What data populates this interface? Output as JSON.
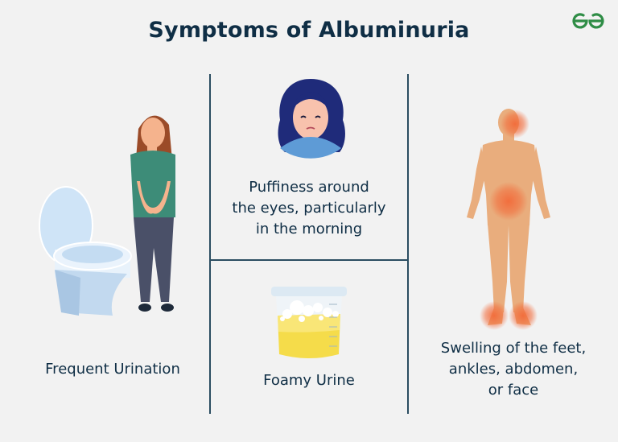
{
  "header": {
    "title": "Symptoms of Albuminuria",
    "logo": "geeksforgeeks-logo-icon",
    "logo_color": "#2f8d46"
  },
  "panels": [
    {
      "id": "frequent-urination",
      "caption": "Frequent Urination",
      "illustration": "woman-next-to-toilet-icon"
    },
    {
      "id": "puffiness",
      "caption_lines": [
        "Puffiness around",
        "the eyes, particularly",
        "in the morning"
      ],
      "illustration": "sad-woman-portrait-icon"
    },
    {
      "id": "foamy-urine",
      "caption": "Foamy Urine",
      "illustration": "urine-sample-cup-icon"
    },
    {
      "id": "swelling",
      "caption_lines": [
        "Swelling of the feet,",
        "ankles, abdomen,",
        "or face"
      ],
      "illustration": "body-silhouette-swelling-icon"
    }
  ],
  "colors": {
    "background": "#f2f2f2",
    "text": "#0f2e45",
    "divider": "#2b4d61",
    "swelling_highlight": "#f26b3a",
    "body": "#e9ad7d"
  }
}
